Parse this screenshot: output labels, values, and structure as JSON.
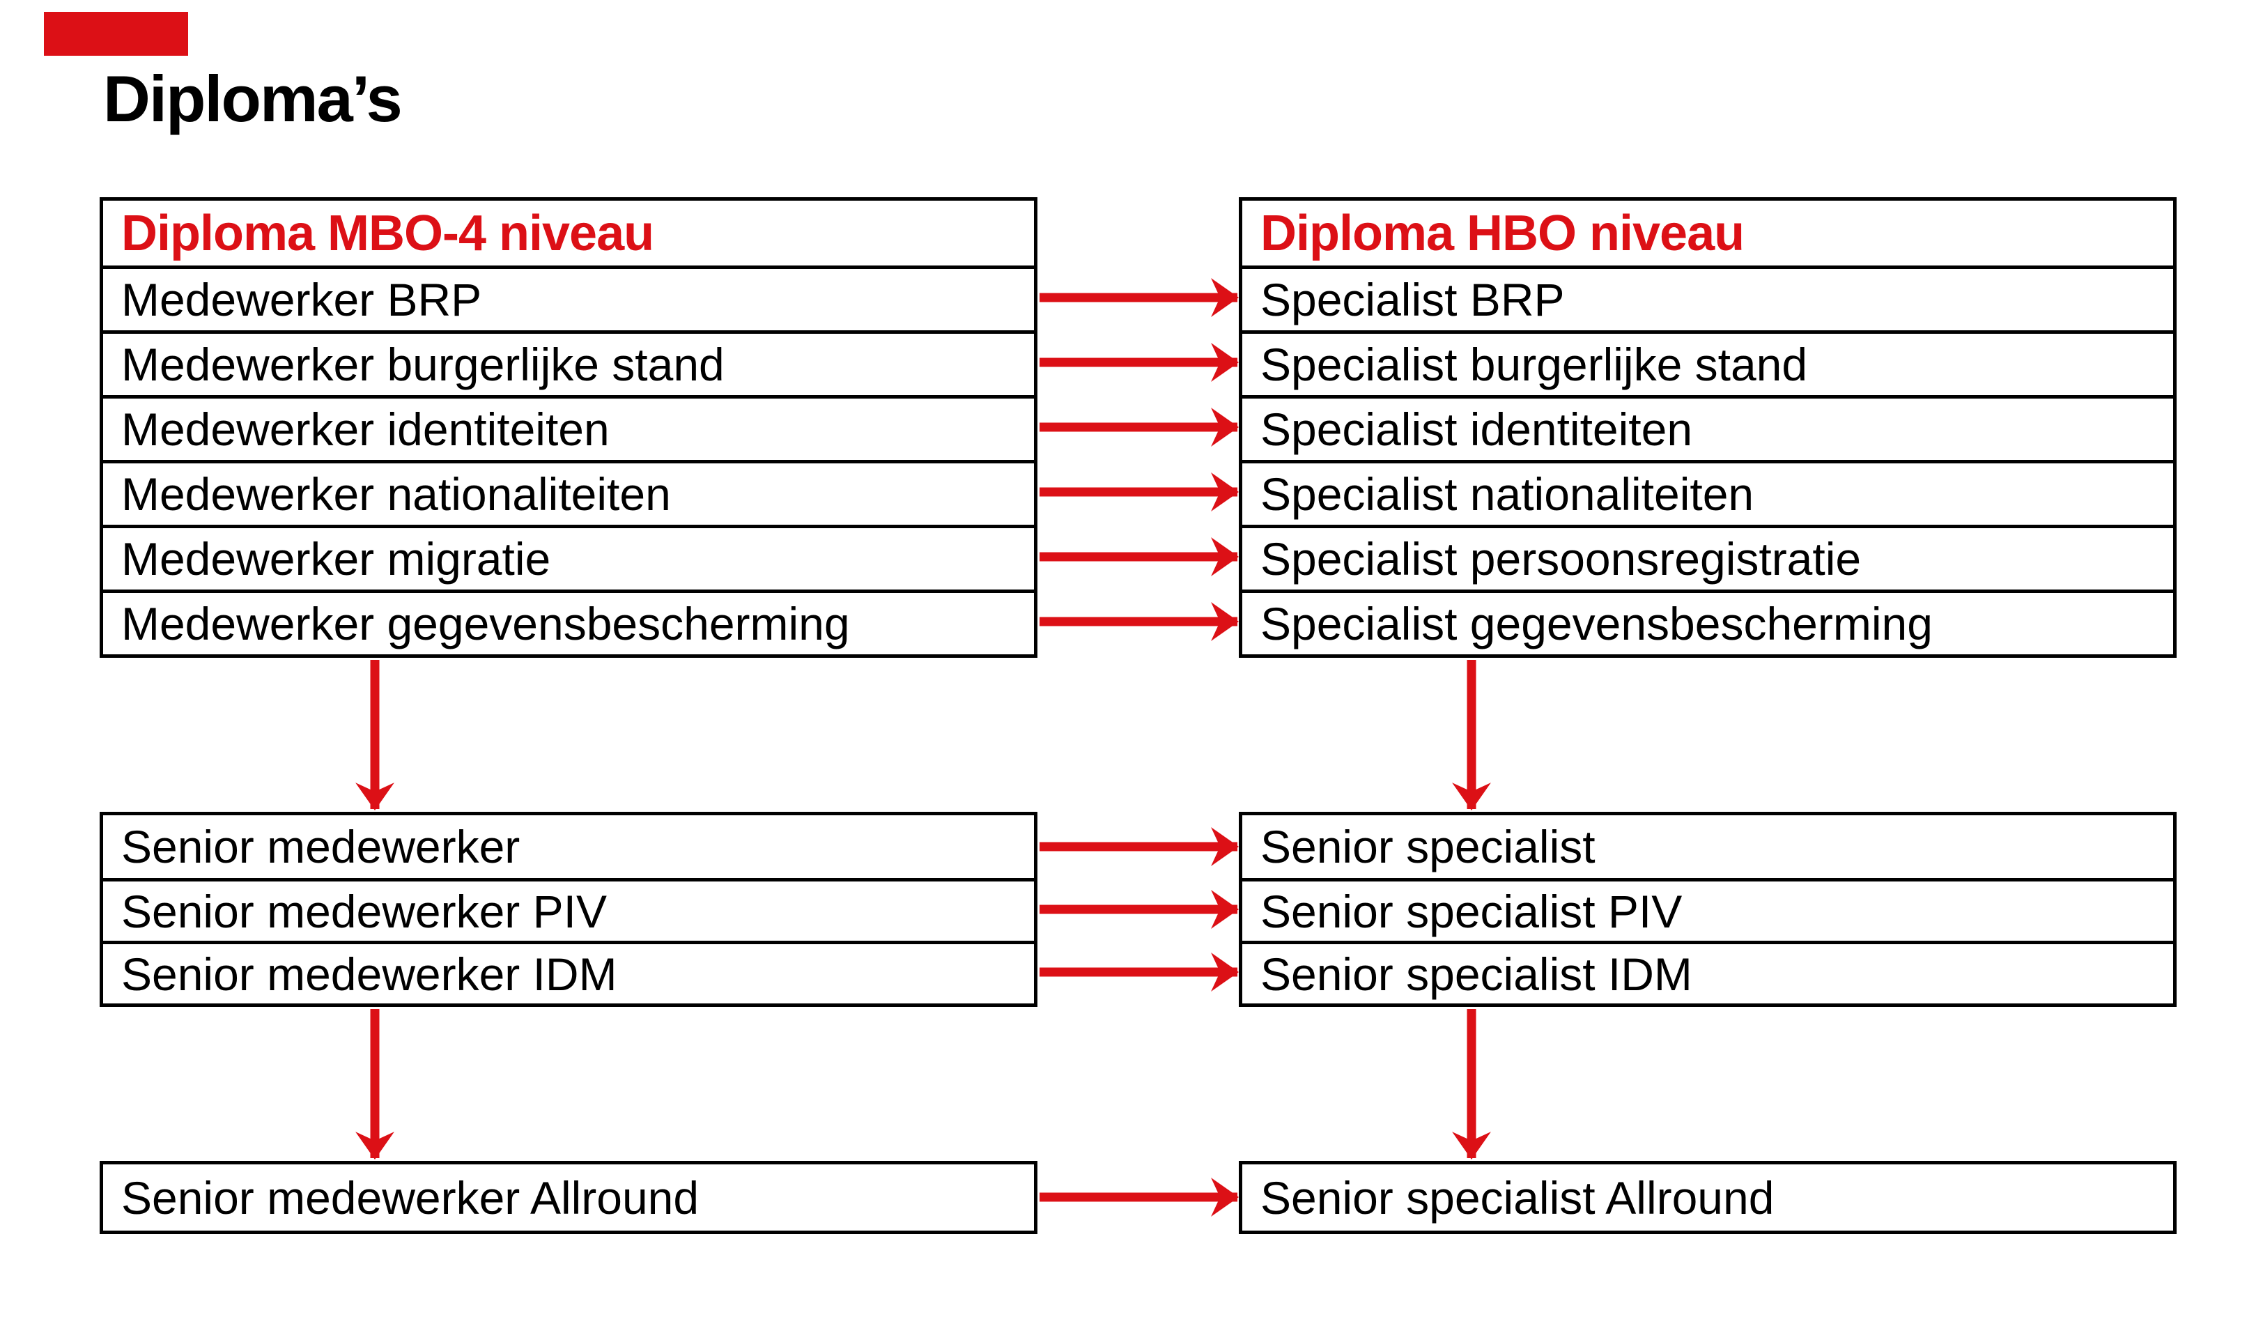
{
  "page": {
    "title": "Diploma’s"
  },
  "colors": {
    "accent_red": "#dc1016",
    "line_black": "#000000",
    "background": "#ffffff"
  },
  "columns": {
    "mbo": {
      "header": "Diploma MBO-4 niveau",
      "rows": [
        "Medewerker BRP",
        "Medewerker burgerlijke stand",
        "Medewerker identiteiten",
        "Medewerker nationaliteiten",
        "Medewerker migratie",
        "Medewerker gegevensbescherming"
      ],
      "senior_rows": [
        "Senior medewerker",
        "Senior medewerker PIV",
        "Senior medewerker IDM"
      ],
      "allround": "Senior medewerker Allround"
    },
    "hbo": {
      "header": "Diploma HBO niveau",
      "rows": [
        "Specialist BRP",
        "Specialist burgerlijke stand",
        "Specialist identiteiten",
        "Specialist nationaliteiten",
        "Specialist persoonsregistratie",
        "Specialist gegevensbescherming"
      ],
      "senior_rows": [
        "Senior specialist",
        "Senior specialist PIV",
        "Senior specialist IDM"
      ],
      "allround": "Senior specialist Allround"
    }
  },
  "connections": {
    "horizontal": [
      {
        "from": "Medewerker BRP",
        "to": "Specialist BRP"
      },
      {
        "from": "Medewerker burgerlijke stand",
        "to": "Specialist burgerlijke stand"
      },
      {
        "from": "Medewerker identiteiten",
        "to": "Specialist identiteiten"
      },
      {
        "from": "Medewerker nationaliteiten",
        "to": "Specialist nationaliteiten"
      },
      {
        "from": "Medewerker migratie",
        "to": "Specialist persoonsregistratie"
      },
      {
        "from": "Medewerker gegevensbescherming",
        "to": "Specialist gegevensbescherming"
      },
      {
        "from": "Senior medewerker",
        "to": "Senior specialist"
      },
      {
        "from": "Senior medewerker PIV",
        "to": "Senior specialist PIV"
      },
      {
        "from": "Senior medewerker IDM",
        "to": "Senior specialist IDM"
      },
      {
        "from": "Senior medewerker Allround",
        "to": "Senior specialist Allround"
      }
    ],
    "vertical": [
      {
        "from": "Diploma MBO-4 niveau",
        "to": "Senior medewerker"
      },
      {
        "from": "Diploma HBO niveau",
        "to": "Senior specialist"
      },
      {
        "from": "Senior medewerker",
        "to": "Senior medewerker Allround"
      },
      {
        "from": "Senior specialist",
        "to": "Senior specialist Allround"
      }
    ]
  }
}
